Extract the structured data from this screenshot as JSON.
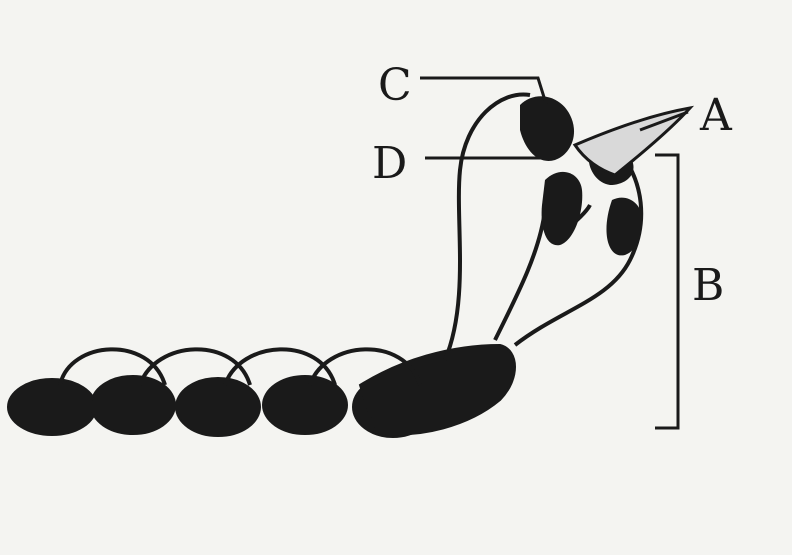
{
  "figure": {
    "labels": {
      "a": "A",
      "b": "B",
      "c": "C",
      "d": "D"
    },
    "colors": {
      "background": "#f4f4f1",
      "ink": "#1a1a1a",
      "highlight": "#d9d9d9"
    }
  }
}
